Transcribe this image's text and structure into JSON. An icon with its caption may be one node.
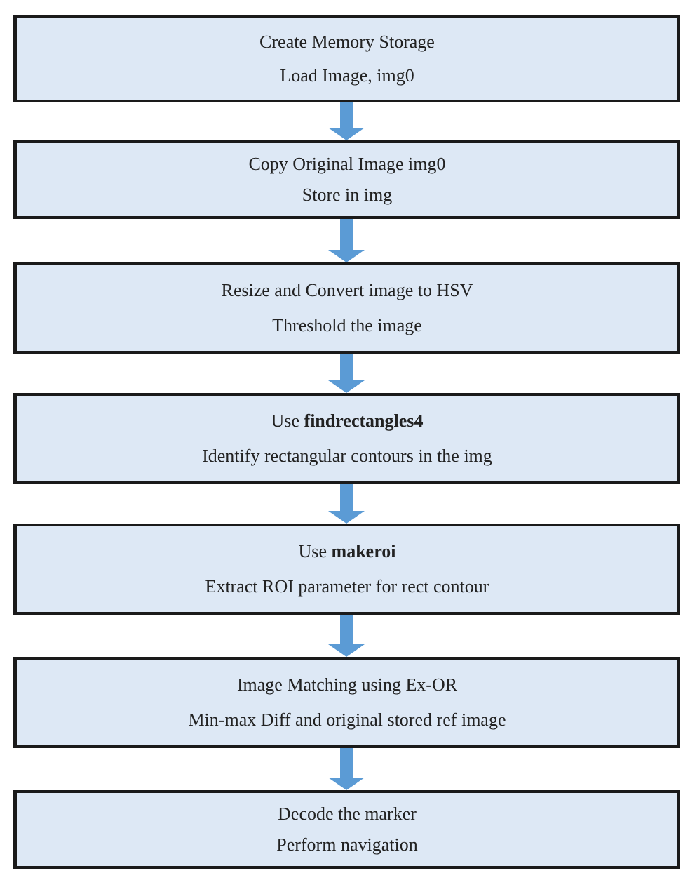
{
  "diagram": {
    "nodes": [
      {
        "text": [
          "Create Memory Storage",
          "Load Image, img0"
        ]
      },
      {
        "text": [
          "Copy Original Image img0",
          "Store in img"
        ]
      },
      {
        "text": [
          "Resize and Convert image to HSV",
          "Threshold the image"
        ]
      },
      {
        "text": [
          "Use **findrectangles4**",
          "Identify rectangular contours in the img"
        ]
      },
      {
        "text": [
          "Use **makeroi**",
          "Extract ROI parameter for rect contour"
        ]
      },
      {
        "text": [
          "Image Matching using Ex-OR",
          "Min-max Diff and original stored ref image"
        ]
      },
      {
        "text": [
          "Decode the marker",
          "Perform navigation"
        ]
      }
    ],
    "edges": [
      {
        "from": 0,
        "to": 1,
        "arrow": "to"
      },
      {
        "from": 1,
        "to": 2,
        "arrow": "to"
      },
      {
        "from": 2,
        "to": 3,
        "arrow": "to"
      },
      {
        "from": 3,
        "to": 4,
        "arrow": "to"
      },
      {
        "from": 4,
        "to": 5,
        "arrow": "to"
      },
      {
        "from": 5,
        "to": 6,
        "arrow": "to"
      }
    ]
  }
}
